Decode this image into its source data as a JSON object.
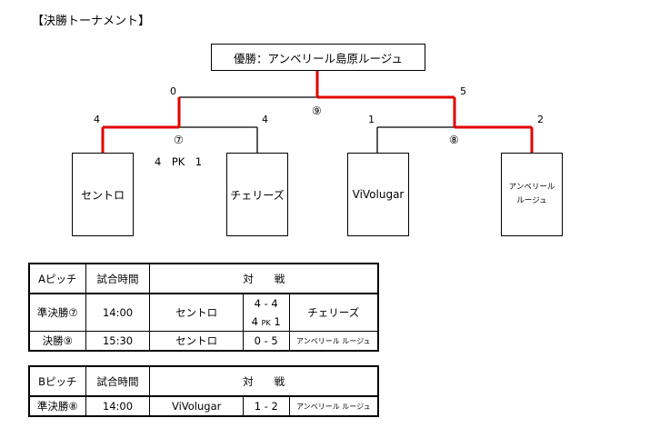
{
  "title": "【決勝トーナメント】",
  "champion": "優勝：アンベリール島原ルージュ",
  "teams": {
    "t1": "セントロ",
    "t2": "チェリーズ",
    "t3": "ViVolugar",
    "t4_line1": "アンベリール",
    "t4_line2": "ルージュ"
  },
  "bracket_scores": {
    "final_left": "0",
    "final_right": "5",
    "final_no": "⑨",
    "sf1_left": "4",
    "sf1_right": "4",
    "sf1_no": "⑦",
    "sf1_pk": "4　PK　1",
    "sf2_left": "1",
    "sf2_right": "2",
    "sf2_no": "⑧"
  },
  "colors": {
    "winner_line": "#e00000",
    "line": "#000000"
  },
  "table_a": {
    "pitch": "Aピッチ",
    "time_header": "試合時間",
    "match_header": "対　　戦",
    "rows": [
      {
        "round": "準決勝⑦",
        "time": "14:00",
        "home": "セントロ",
        "score1": "4 - 4",
        "score2_a": "4",
        "score2_pk": "PK",
        "score2_b": "1",
        "away": "チェリーズ"
      },
      {
        "round": "決勝⑨",
        "time": "15:30",
        "home": "セントロ",
        "score1": "0 - 5",
        "away": "アンベリール ルージュ"
      }
    ]
  },
  "table_b": {
    "pitch": "Bピッチ",
    "time_header": "試合時間",
    "match_header": "対　　戦",
    "rows": [
      {
        "round": "準決勝⑧",
        "time": "14:00",
        "home": "ViVolugar",
        "score1": "1 - 2",
        "away": "アンベリール ルージュ"
      }
    ]
  }
}
